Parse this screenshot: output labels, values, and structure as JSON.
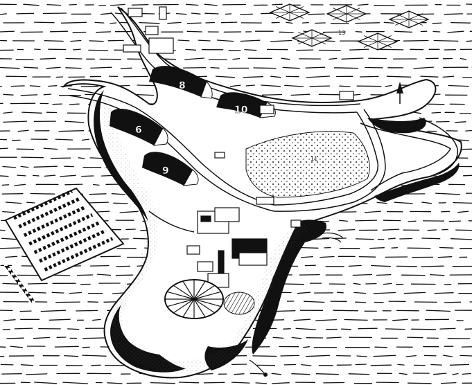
{
  "labels": {
    "hangar_8": "8",
    "hangar_10": "10",
    "hangar_6": "6",
    "hangar_9": "9",
    "number_13": "13",
    "number_11": "11"
  }
}
